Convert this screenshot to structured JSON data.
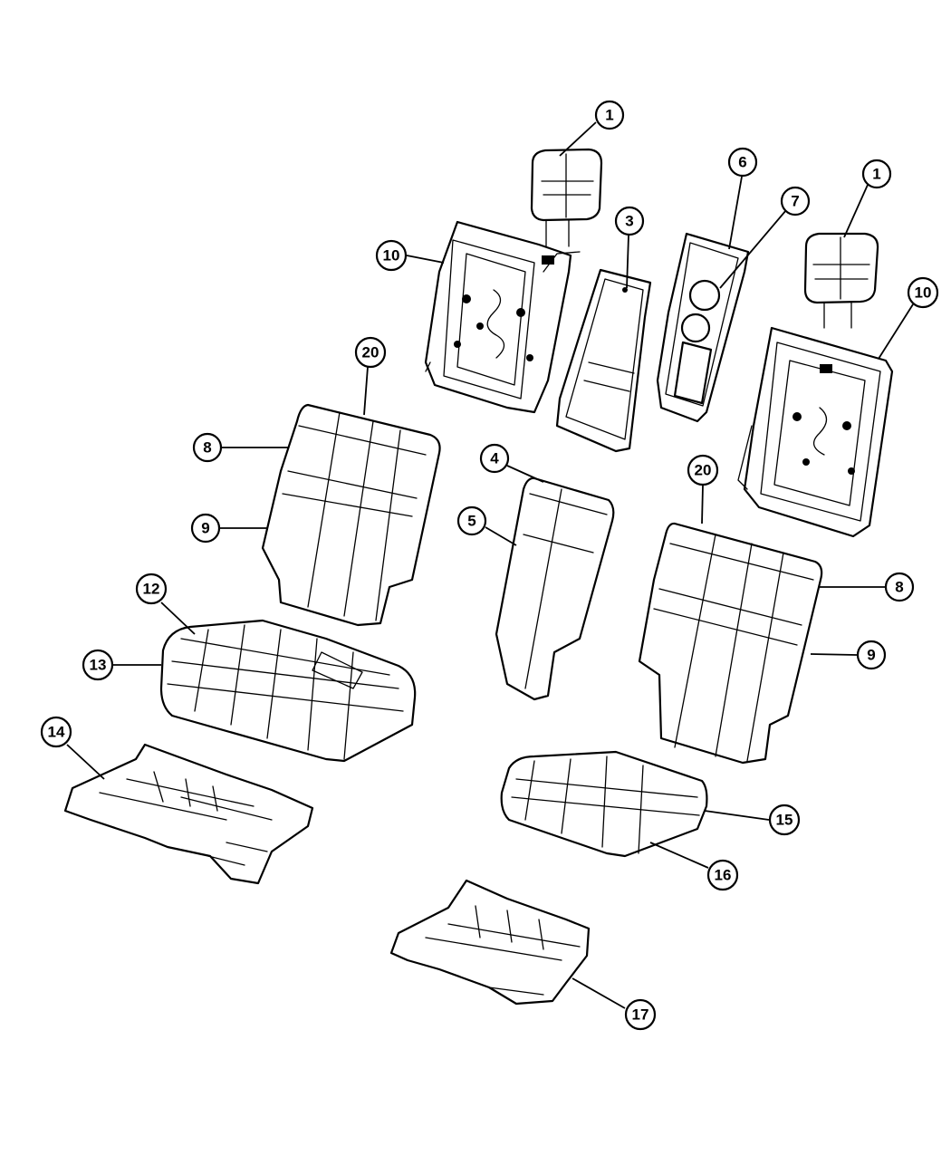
{
  "callouts": [
    {
      "id": "c1a",
      "label": "1"
    },
    {
      "id": "c1b",
      "label": "1"
    },
    {
      "id": "c3",
      "label": "3"
    },
    {
      "id": "c4",
      "label": "4"
    },
    {
      "id": "c5",
      "label": "5"
    },
    {
      "id": "c6",
      "label": "6"
    },
    {
      "id": "c7",
      "label": "7"
    },
    {
      "id": "c8a",
      "label": "8"
    },
    {
      "id": "c8b",
      "label": "8"
    },
    {
      "id": "c9a",
      "label": "9"
    },
    {
      "id": "c9b",
      "label": "9"
    },
    {
      "id": "c10a",
      "label": "10"
    },
    {
      "id": "c10b",
      "label": "10"
    },
    {
      "id": "c12",
      "label": "12"
    },
    {
      "id": "c13",
      "label": "13"
    },
    {
      "id": "c14",
      "label": "14"
    },
    {
      "id": "c15",
      "label": "15"
    },
    {
      "id": "c16",
      "label": "16"
    },
    {
      "id": "c17",
      "label": "17"
    },
    {
      "id": "c20a",
      "label": "20"
    },
    {
      "id": "c20b",
      "label": "20"
    }
  ],
  "colors": {
    "line": "#000000",
    "background": "#ffffff"
  }
}
